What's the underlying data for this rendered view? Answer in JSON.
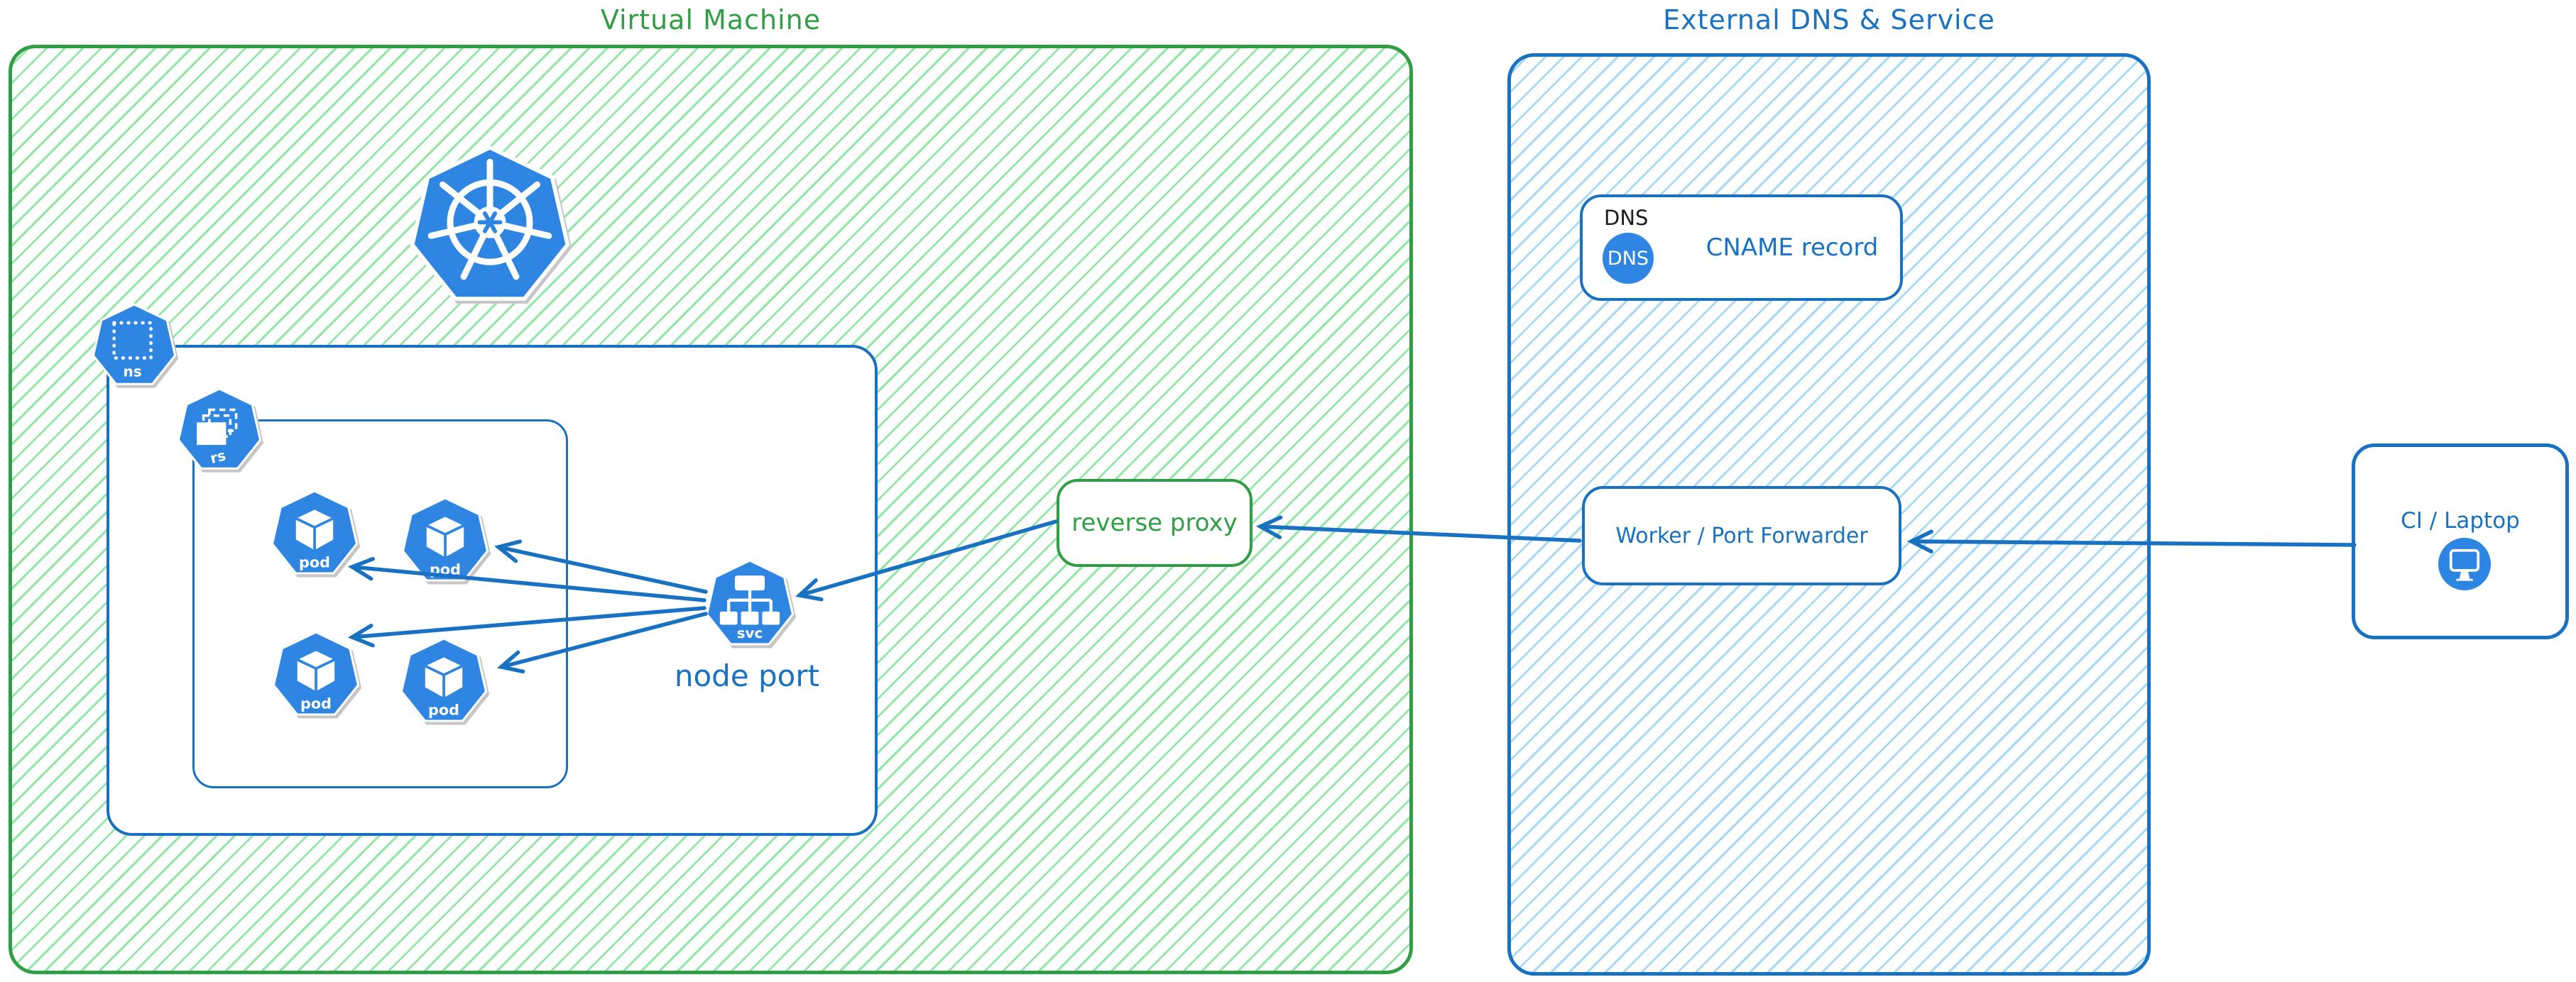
{
  "titles": {
    "virtual_machine": "Virtual Machine",
    "external_dns": "External DNS & Service"
  },
  "vm": {
    "node_port_label": "node port",
    "reverse_proxy_label": "reverse proxy"
  },
  "k8s": {
    "ns_label": "ns",
    "rs_label": "rs",
    "pod_label": "pod",
    "svc_label": "svc"
  },
  "external": {
    "dns_heading": "DNS",
    "dns_badge": "DNS",
    "cname_label": "CNAME record",
    "worker_label": "Worker / Port Forwarder"
  },
  "client": {
    "label": "CI / Laptop"
  },
  "colors": {
    "green": "#2f9e44",
    "green_hatch": "#93e6a6",
    "blue": "#1971c2",
    "blue_hatch": "#a8d9f7",
    "icon_blue": "#2e85e2",
    "arrow_blue": "#1971c2",
    "dns_heading_color": "#1c1c1c",
    "icon_shadow": "#c6c6c6"
  },
  "connections": [
    {
      "from": "ci-laptop",
      "to": "worker-port-forwarder"
    },
    {
      "from": "worker-port-forwarder",
      "to": "reverse-proxy"
    },
    {
      "from": "reverse-proxy",
      "to": "node-port-service"
    },
    {
      "from": "node-port-service",
      "to": "pod-1"
    },
    {
      "from": "node-port-service",
      "to": "pod-2"
    },
    {
      "from": "node-port-service",
      "to": "pod-3"
    },
    {
      "from": "node-port-service",
      "to": "pod-4"
    }
  ]
}
